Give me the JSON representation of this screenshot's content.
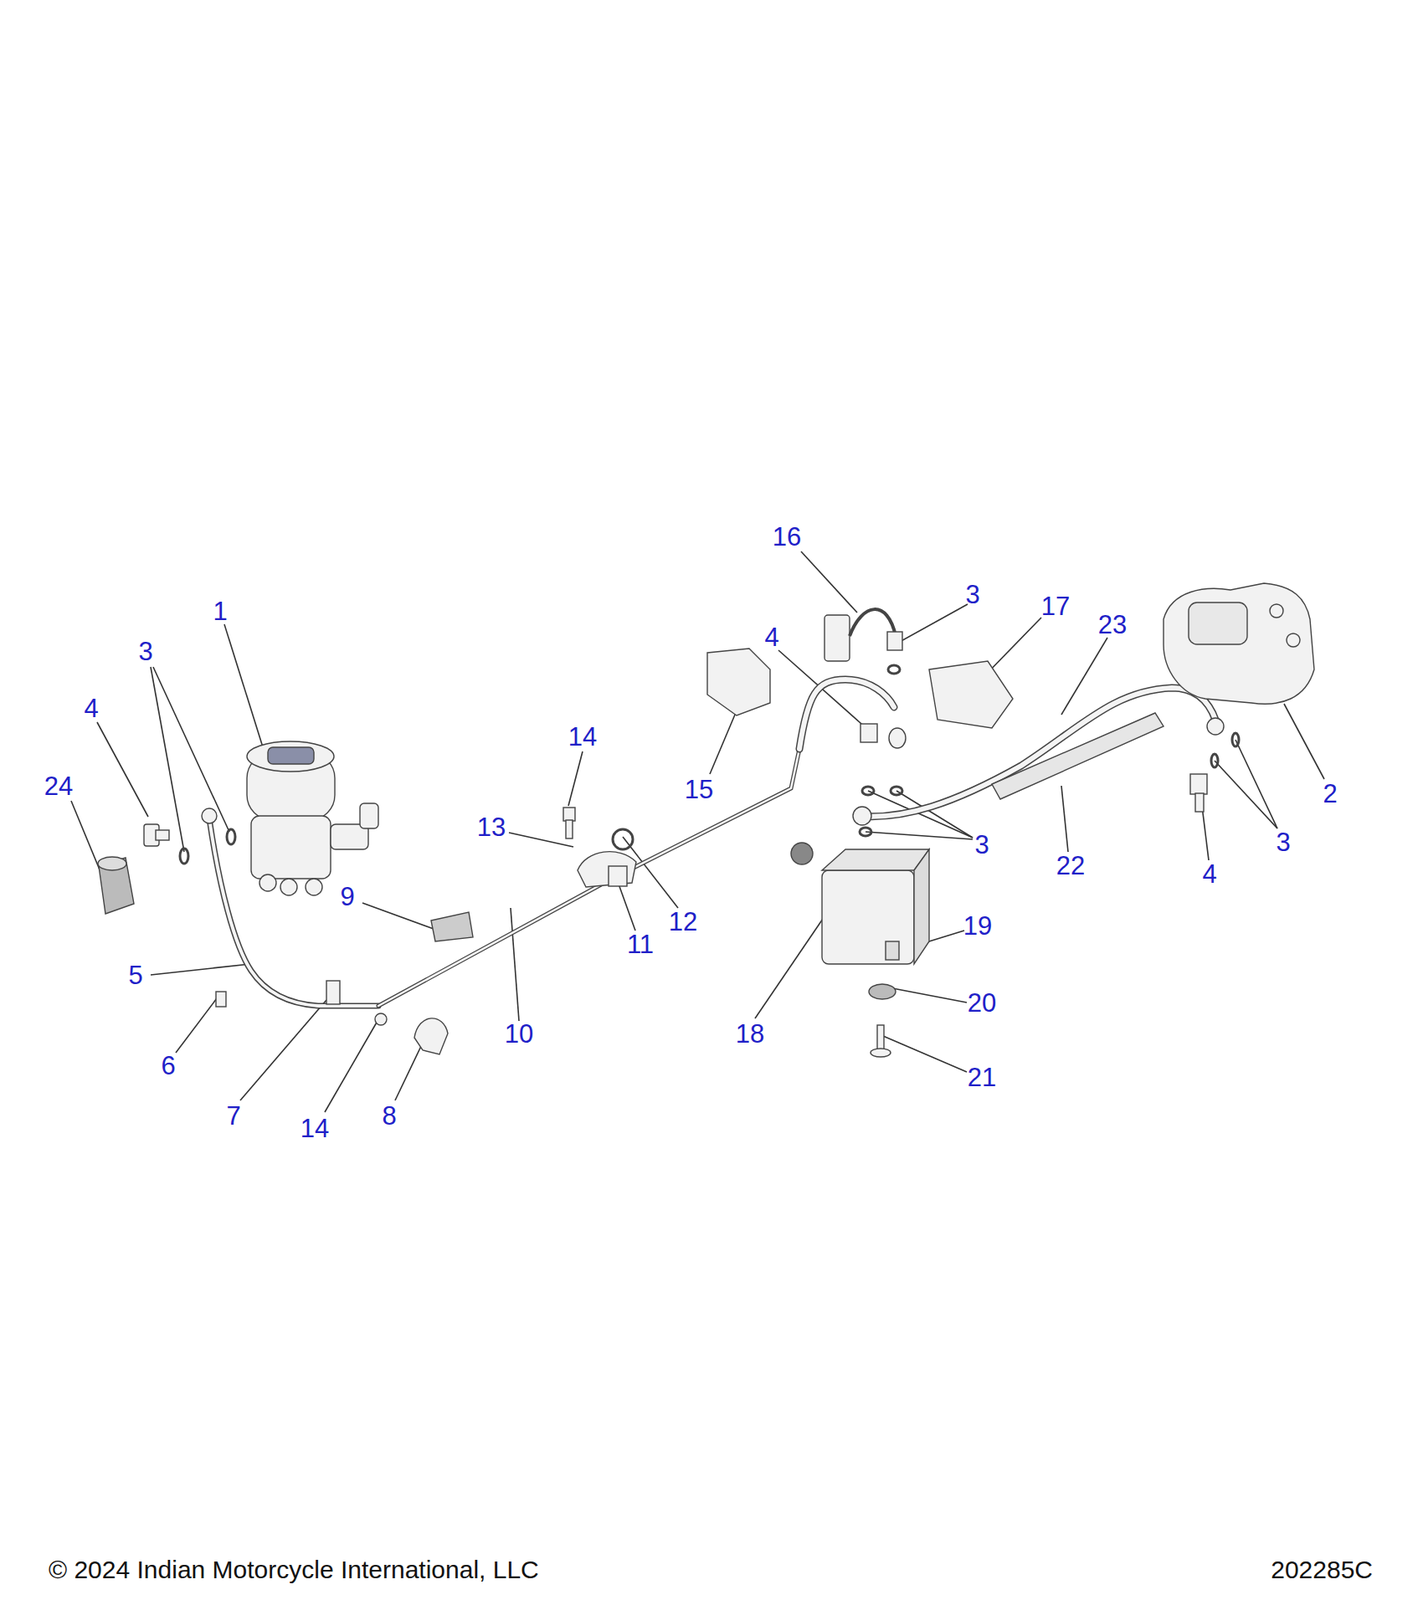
{
  "diagram": {
    "labels": [
      "16",
      "3",
      "17",
      "23",
      "1",
      "4",
      "3",
      "4",
      "14",
      "15",
      "24",
      "2",
      "13",
      "3",
      "3",
      "22",
      "4",
      "9",
      "12",
      "19",
      "11",
      "5",
      "20",
      "10",
      "18",
      "6",
      "21",
      "7",
      "14",
      "8",
      "© 2024 Indian Motorcycle International, LLC",
      "202285C"
    ]
  }
}
